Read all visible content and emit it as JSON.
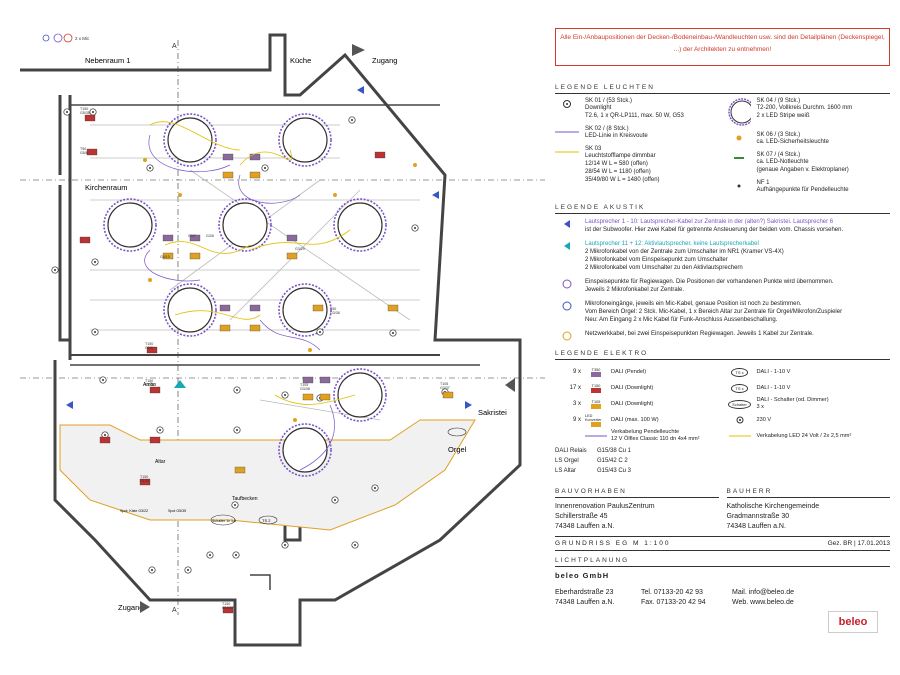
{
  "plan": {
    "rooms": {
      "nebenraum": "Nebenraum 1",
      "kueche": "Küche",
      "zugang_top": "Zugang",
      "kirchenraum": "Kirchenraum",
      "sakristei": "Sakristei",
      "orgel": "Orgel",
      "altar": "Altar",
      "ambo": "Ambo",
      "taufbecken": "Taufbecken",
      "zugang_bottom": "Zugang"
    },
    "markers": {
      "a_top": "A",
      "a_bottom": "A"
    },
    "fixture_labels": [
      "T150\nG5/35",
      "T50\nG5/8",
      "T150\nG3/3",
      "G3/7",
      "G3/8",
      "G4/10",
      "G3/29",
      "T150\nG1/02",
      "T150\nG1/01",
      "T150\nG12/37",
      "T105\nG3/37",
      "T105\nG3/38",
      "T50\nG3/36"
    ],
    "misc_labels": {
      "x2mic": "2 x Mic",
      "spot1": "Spot: Kiste\nG3/22",
      "spot2": "Spot\nG5/35",
      "schalter": "Schalter\n1x 1-5",
      "ts2": "TS 2"
    }
  },
  "panel": {
    "notice": "Alle Ein-/Anbaupositionen der Decken-/Bodeneinbau-/Wandleuchten usw. sind den Detailplänen (Deckenspiegel, ...) der Architekten zu entnehmen!",
    "legend_leuchten": {
      "title": "LEGENDE LEUCHTEN",
      "left": [
        {
          "code": "SK 01 / (53 Stck.)",
          "lines": [
            "Downlight",
            "T2.6, 1 x QR-LP111, max. 50 W, G53"
          ]
        },
        {
          "code": "SK 02 / (8 Stck.)",
          "lines": [
            "LED-Linie in Kreisvoute"
          ]
        },
        {
          "code": "SK 03",
          "lines": [
            "Leuchtstofflampe dimmbar",
            "12/14 W      L = 580 (offen)",
            "28/54 W      L = 1180 (offen)",
            "35/49/80 W  L = 1480 (offen)"
          ]
        }
      ],
      "right": [
        {
          "code": "SK 04 / (9 Stck.)",
          "lines": [
            "T2-200, Vollkreis Durchm. 1600 mm",
            "2 x LED Stripe weiß"
          ]
        },
        {
          "code": "SK 06 / (3 Stck.)",
          "lines": [
            "ca. LED-Sicherheitsleuchte"
          ]
        },
        {
          "code": "SK 07 / (4 Stck.)",
          "lines": [
            "ca. LED-Notleuchte",
            "(genaue Angaben v. Elektroplaner)"
          ]
        },
        {
          "code": "NF 1",
          "lines": [
            "Aufhängepunkte für Pendelleuchte"
          ]
        }
      ]
    },
    "legend_akustik": {
      "title": "LEGENDE AKUSTIK",
      "items": [
        {
          "lines": [
            "Lautsprecher 1 - 10: Lautsprecher-Kabel zur Zentrale in der (alten?) Sakristei. Lautsprecher 6",
            "ist der Subwoofer. Hier zwei Kabel für getrennte Ansteuerung der beiden vom. Chassis vorsehen."
          ]
        },
        {
          "lines": [
            "Lautsprecher 11 + 12: Aktivlautsprecher, keine Lautsprecherkabel",
            "2 Mikrofonkabel von der Zentrale zum Umschalter im NR1 (Kramer VS-4X)",
            "2 Mikrofonkabel vom Einspeisepunkt zum Umschalter",
            "2 Mikrofonkabel vom Umschalter zu den Aktivlautsprechern"
          ]
        },
        {
          "lines": [
            "Einspeisepunkte für Regiewagen. Die Positionen der vorhandenen Punkte wird übernommen.",
            "Jeweils 2 Mikrofonkabel zur Zentrale."
          ]
        },
        {
          "lines": [
            "Mikrofoneingänge, jeweils ein Mic-Kabel, genaue Position ist noch zu bestimmen.",
            "Vom Bereich Orgel: 2 Stck. Mic-Kabel, 1 x Bereich Altar zur Zentrale für Orgel/Mikrofon/Zuspieler",
            "Neu: Am Eingang 2 x Mic Kabel für Funk-Anschluss Aussenbeschallung."
          ]
        },
        {
          "lines": [
            "Netzwerkkabel, bei zwei Einspeisepunkten Regiewagen. Jeweils 1 Kabel zur Zentrale."
          ]
        }
      ]
    },
    "legend_elektro": {
      "title": "LEGENDE ELEKTRO",
      "left": [
        {
          "qty": "9 x",
          "tag": "T350",
          "text": "DALI (Pendel)"
        },
        {
          "qty": "17 x",
          "tag": "T150",
          "text": "DALI (Downlight)"
        },
        {
          "qty": "3 x",
          "tag": "T105",
          "text": "DALI (Downlight)"
        },
        {
          "qty": "9 x",
          "tag": "LED Konverter",
          "text": "DALI (max. 100 W)"
        },
        {
          "qty": "",
          "tag": "",
          "text": "Verkabelung Pendelleuchte\n12 V Ölflex Classic 110 dn 4x4 mm²"
        }
      ],
      "right": [
        {
          "tag": "TS x",
          "text": "DALI - 1-10 V"
        },
        {
          "tag": "TS x",
          "text": "DALI - 1-10 V"
        },
        {
          "tag": "Schalter",
          "text": "DALI - Schalter (od. Dimmer)\n3 x"
        },
        {
          "tag": "",
          "text": "230 V"
        },
        {
          "tag": "",
          "text": "Verkabelung LED 24 Volt / 2x 2,5 mm²"
        }
      ],
      "relays": [
        {
          "name": "DALI Relais",
          "value": "G15/38 Cu 1"
        },
        {
          "name": "LS Orgel",
          "value": "G15/42 C 2"
        },
        {
          "name": "LS Altar",
          "value": "G15/43 Cu 3"
        }
      ]
    },
    "bauvorhaben": {
      "title": "BAUVORHABEN",
      "lines": [
        "Innenrenovation PaulusZentrum",
        "Schillerstraße 45",
        "74348 Lauffen a.N."
      ]
    },
    "bauherr": {
      "title": "BAUHERR",
      "lines": [
        "Katholische Kirchengemeinde",
        "Gradmannstraße 30",
        "74348 Lauffen a.N."
      ]
    },
    "grundriss": "GRUNDRISS EG  M 1:100",
    "gez": "Gez. BR  |  17.01.2013",
    "lichtplanung": {
      "title": "LICHTPLANUNG",
      "company": "beleo GmbH",
      "addr": [
        "Eberhardstraße 23",
        "74348 Lauffen a.N."
      ],
      "phone": [
        "Tel. 07133-20 42 93",
        "Fax. 07133-20 42 94"
      ],
      "web": [
        "Mail. info@beleo.de",
        "Web. www.beleo.de"
      ],
      "logo": "beleo"
    }
  }
}
